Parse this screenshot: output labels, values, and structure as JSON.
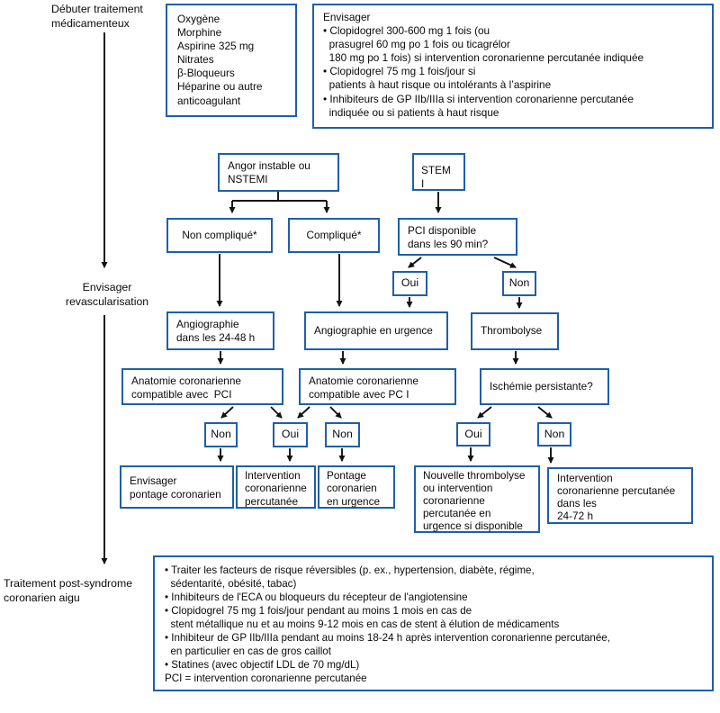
{
  "figure": {
    "stage_labels": {
      "start_treatment": "Débuter traitement\nmédicamenteux",
      "consider_revasc": "Envisager\nrevascularisation",
      "post_acs": "Traitement post-syndrome\ncoronarien aigu"
    },
    "boxes": {
      "meds": "Oxygène\nMorphine\nAspirine 325 mg\nNitrates\nβ-Bloqueurs\nHéparine ou autre\nanticoagulant",
      "consider": "Envisager\n• Clopidogrel 300-600 mg 1 fois (ou\n  prasugrel 60 mg po 1 fois ou ticagrélor\n  180 mg po 1 fois) si intervention coronarienne percutanée indiquée\n• Clopidogrel 75 mg 1 fois/jour si\n  patients à haut risque ou intolérants à l’aspirine\n• Inhibiteurs de GP IIb/IIIa si intervention coronarienne percutanée\n  indiquée ou si patients à haut risque",
      "angor": "Angor instable ou\nNSTEMI",
      "stemi": "STEM I",
      "non_complique": "Non compliqué*",
      "complique": "Compliqué*",
      "pci_90min": "PCI disponible\ndans les 90 min?",
      "oui_stemi": "Oui",
      "non_stemi": "Non",
      "angio_24_48": "Angiographie\ndans les 24-48 h",
      "angio_urgence": "Angiographie en urgence",
      "thrombolyse": "Thrombolyse",
      "anatomie_pci_1": "Anatomie coronarienne\ncompatible avec  PCI",
      "anatomie_pci_2": "Anatomie coronarienne\ncompatible avec PC I",
      "ischemie": "Ischémie persistante?",
      "non_anat1": "Non",
      "oui_anat": "Oui",
      "non_anat2": "Non",
      "oui_isch": "Oui",
      "non_isch": "Non",
      "envisager_pontage": "Envisager\npontage coronarien",
      "icp": "Intervention\ncoronarienne\npercutanée",
      "pontage_urgence": "Pontage\ncoronarien\nen urgence",
      "nouvelle_thrombolyse": "Nouvelle thrombolyse\nou intervention\ncoronarienne\npercutanée en\nurgence si disponible",
      "icp_24_72": "Intervention\ncoronarienne percutanée\ndans les\n24-72 h",
      "post_care": "• Traiter les facteurs de risque réversibles (p. ex., hypertension, diabète, régime,\n  sédentarité, obésité, tabac)\n• Inhibiteurs de l'ECA ou bloqueurs du récepteur de l'angiotensine\n• Clopidogrel 75 mg 1 fois/jour pendant au moins 1 mois en cas de\n  stent métallique nu et au moins 9-12 mois en cas de stent à élution de médicaments\n• Inhibiteur de GP IIb/IIIa pendant au moins 18-24 h après intervention coronarienne percutanée,\n  en particulier en cas de gros caillot\n• Statines (avec objectif LDL de 70 mg/dL)\nPCI = intervention coronarienne percutanée"
    },
    "colors": {
      "box_border": "#1e5fa8",
      "arrow": "#111111",
      "text": "#0a0a0a",
      "background": "#ffffff"
    }
  }
}
